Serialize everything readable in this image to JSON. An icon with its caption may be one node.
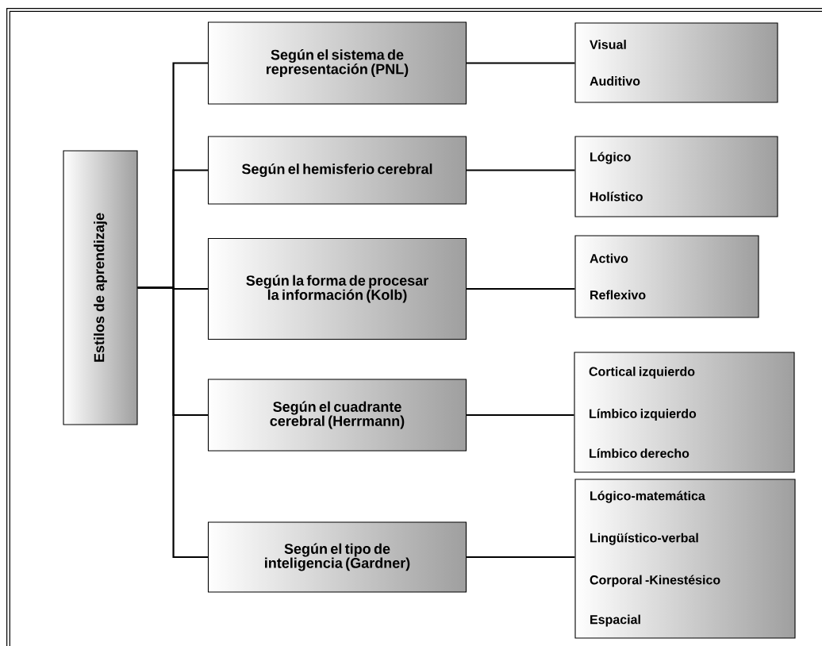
{
  "diagram": {
    "nodes": [
      {
        "text": [
          "Estilos de aprendizaje"
        ]
      },
      {
        "text": [
          "Según el sistema de representación (PNL)"
        ]
      },
      {
        "text": [
          "Según el hemisferio cerebral"
        ]
      },
      {
        "text": [
          "Según la forma de procesar la información (Kolb)"
        ]
      },
      {
        "text": [
          "Según el cuadrante cerebral (Herrmann)"
        ]
      },
      {
        "text": [
          "Según el tipo de inteligencia (Gardner)"
        ]
      },
      {
        "text": [
          "Visual",
          "Auditivo"
        ]
      },
      {
        "text": [
          "Lógico",
          "Holístico"
        ]
      },
      {
        "text": [
          "Activo",
          "Reflexivo"
        ]
      },
      {
        "text": [
          "Cortical izquierdo",
          "Límbico izquierdo",
          "Límbico derecho"
        ]
      },
      {
        "text": [
          "Lógico-matemática",
          "Lingüístico-verbal",
          "Corporal -Kinestésico",
          "Espacial"
        ]
      }
    ],
    "edges": [
      {
        "from": 0,
        "to": 1,
        "arrow": "none"
      },
      {
        "from": 0,
        "to": 2,
        "arrow": "none"
      },
      {
        "from": 0,
        "to": 3,
        "arrow": "none"
      },
      {
        "from": 0,
        "to": 4,
        "arrow": "none"
      },
      {
        "from": 0,
        "to": 5,
        "arrow": "none"
      },
      {
        "from": 1,
        "to": 6,
        "arrow": "none"
      },
      {
        "from": 2,
        "to": 7,
        "arrow": "none"
      },
      {
        "from": 3,
        "to": 8,
        "arrow": "none"
      },
      {
        "from": 4,
        "to": 9,
        "arrow": "none"
      },
      {
        "from": 5,
        "to": 10,
        "arrow": "none"
      }
    ]
  }
}
